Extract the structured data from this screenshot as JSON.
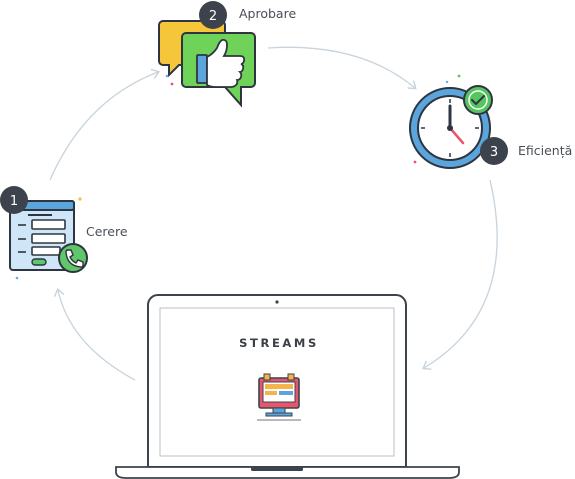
{
  "steps": [
    {
      "number": "1",
      "label": "Cerere",
      "icon": "request-form-phone-icon"
    },
    {
      "number": "2",
      "label": "Aprobare",
      "icon": "thumbs-up-chat-icon"
    },
    {
      "number": "3",
      "label": "Eficiență",
      "icon": "clock-check-icon"
    }
  ],
  "laptop": {
    "brand": "STREAMS",
    "icon": "monitor-app-icon"
  },
  "colors": {
    "arrow": "#c8d3db",
    "badge": "#3d434c",
    "outline": "#2f3540",
    "form_blue": "#cfe6f8",
    "phone_green": "#5fc66a",
    "chat_yellow": "#f6c63a",
    "chat_green": "#6fd35a",
    "clock_blue": "#5aa6dc",
    "check_green": "#55c55f",
    "monitor_red": "#e8566c",
    "monitor_orange": "#f4b44a"
  }
}
